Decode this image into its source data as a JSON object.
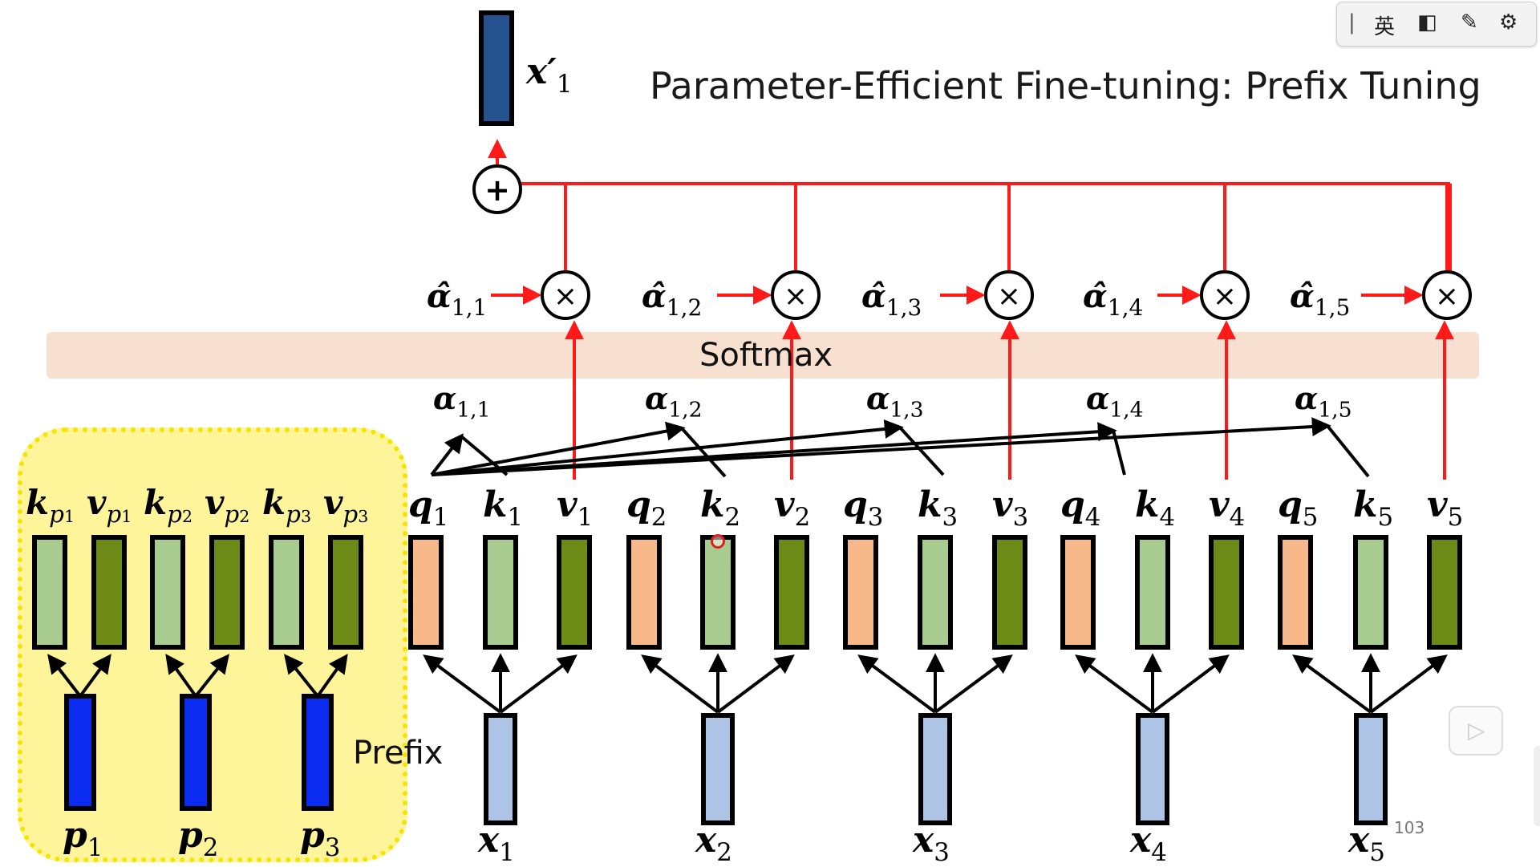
{
  "title": "Parameter-Efficient Fine-tuning: Prefix Tuning",
  "output_label": {
    "base": "x",
    "prime": "′",
    "sub": "1"
  },
  "softmax_label": "Softmax",
  "prefix_label": "Prefix",
  "alpha_hat": [
    {
      "base": "α̂",
      "sub": "1,1"
    },
    {
      "base": "α̂",
      "sub": "1,2"
    },
    {
      "base": "α̂",
      "sub": "1,3"
    },
    {
      "base": "α̂",
      "sub": "1,4"
    },
    {
      "base": "α̂",
      "sub": "1,5"
    }
  ],
  "alpha": [
    {
      "base": "α",
      "sub": "1,1"
    },
    {
      "base": "α",
      "sub": "1,2"
    },
    {
      "base": "α",
      "sub": "1,3"
    },
    {
      "base": "α",
      "sub": "1,4"
    },
    {
      "base": "α",
      "sub": "1,5"
    }
  ],
  "tokens": [
    {
      "q": "q",
      "k": "k",
      "v": "v",
      "x": "x",
      "sub": "1"
    },
    {
      "q": "q",
      "k": "k",
      "v": "v",
      "x": "x",
      "sub": "2"
    },
    {
      "q": "q",
      "k": "k",
      "v": "v",
      "x": "x",
      "sub": "3"
    },
    {
      "q": "q",
      "k": "k",
      "v": "v",
      "x": "x",
      "sub": "4"
    },
    {
      "q": "q",
      "k": "k",
      "v": "v",
      "x": "x",
      "sub": "5"
    }
  ],
  "prefix_tokens": [
    {
      "k": "k",
      "v": "v",
      "p": "p",
      "sub": "1"
    },
    {
      "k": "k",
      "v": "v",
      "p": "p",
      "sub": "2"
    },
    {
      "k": "k",
      "v": "v",
      "p": "p",
      "sub": "3"
    }
  ],
  "plus_symbol": "+",
  "times_symbol": "×",
  "colors": {
    "query": "#f7b98a",
    "key": "#a8cc8f",
    "value": "#6e8a16",
    "input": "#aec4e6",
    "prefix_param": "#0a2cf0",
    "output": "#24528e",
    "arrow_red": "#ff1a1a",
    "arrow_black": "#000000",
    "softmax_band": "#f8e0d0",
    "prefix_panel": "#fef59a",
    "prefix_border": "#f4e400"
  },
  "toolbar": {
    "lang_label": "英",
    "items": [
      "panel-toggle-icon",
      "edit-icon",
      "settings-icon"
    ]
  },
  "page_number": "103"
}
